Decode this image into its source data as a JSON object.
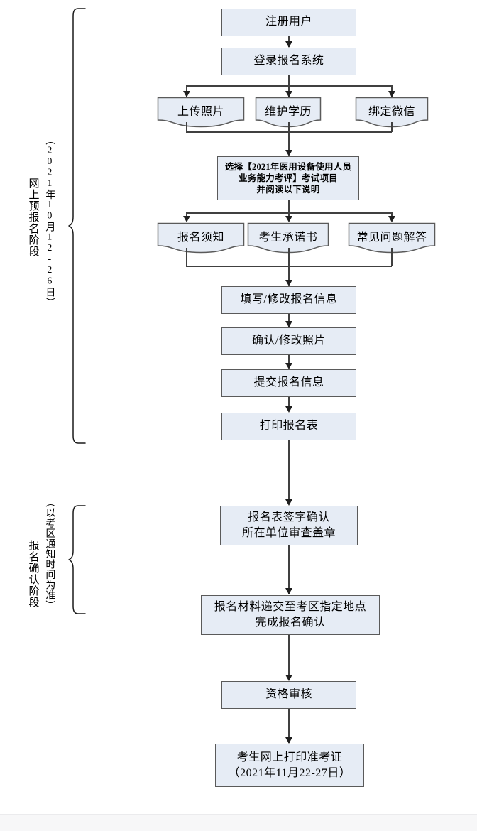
{
  "document": {
    "type": "flowchart",
    "title_implied": "2021年医用设备使用人员业务能力考评报名流程图",
    "colors": {
      "node_fill": "#e6ecf5",
      "node_border": "#5a5a5a",
      "connector": "#404040",
      "text": "#000000",
      "page_background": "#ffffff"
    }
  },
  "stages": [
    {
      "id": "stage-online-pre-registration",
      "name_label": "网上预报名阶段",
      "date_label": "（2021年10月12-26日）"
    },
    {
      "id": "stage-registration-confirmation",
      "name_label": "报名确认阶段",
      "date_label": "（以考区通知时间为准）"
    }
  ],
  "nodes": {
    "register_user": {
      "label": "注册用户",
      "shape": "process"
    },
    "login_system": {
      "label": "登录报名系统",
      "shape": "process"
    },
    "upload_photo": {
      "label": "上传照片",
      "shape": "document"
    },
    "maintain_education": {
      "label": "维护学历",
      "shape": "document"
    },
    "bind_wechat": {
      "label": "绑定微信",
      "shape": "document"
    },
    "select_exam": {
      "label": "选择【2021年医用设备使用人员\n业务能力考评】考试项目\n并阅读以下说明",
      "shape": "process",
      "bold": true
    },
    "registration_notice": {
      "label": "报名须知",
      "shape": "document"
    },
    "candidate_commitment": {
      "label": "考生承诺书",
      "shape": "document"
    },
    "faq": {
      "label": "常见问题解答",
      "shape": "document"
    },
    "fill_info": {
      "label": "填写/修改报名信息",
      "shape": "process"
    },
    "confirm_photo": {
      "label": "确认/修改照片",
      "shape": "process"
    },
    "submit_info": {
      "label": "提交报名信息",
      "shape": "process"
    },
    "print_form": {
      "label": "打印报名表",
      "shape": "process"
    },
    "sign_and_seal": {
      "label": "报名表签字确认\n所在单位审查盖章",
      "shape": "process"
    },
    "submit_materials": {
      "label": "报名材料递交至考区指定地点\n完成报名确认",
      "shape": "process"
    },
    "qualification_review": {
      "label": "资格审核",
      "shape": "process"
    },
    "print_admission_ticket": {
      "label": "考生网上打印准考证\n（2021年11月22-27日）",
      "shape": "process",
      "bold_second_line": true
    }
  }
}
